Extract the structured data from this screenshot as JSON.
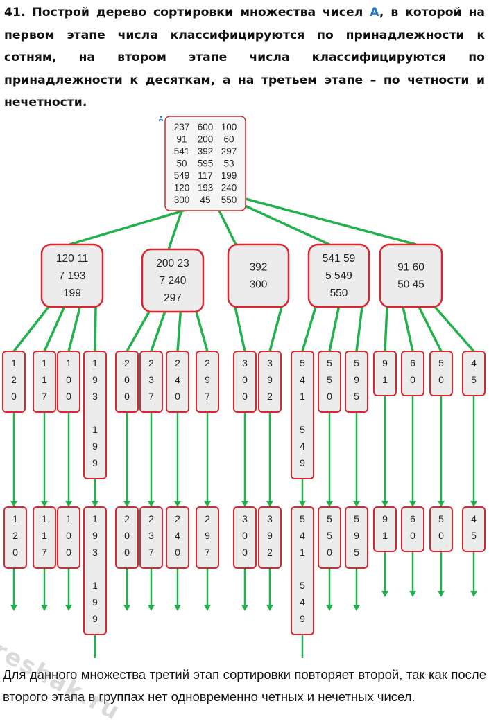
{
  "task": {
    "number": "41.",
    "text_before": "Построй дерево сортировки множества чисел",
    "set_name": "A",
    "text_after": ", в которой на первом этапе числа классифицируются по принадлежности к сотням, на втором этапе числа классифицируются по принадлежности к десяткам, а на третьем этапе – по четности и нечетности."
  },
  "root": {
    "label": "A",
    "rows": [
      [
        "237",
        "600",
        "100"
      ],
      [
        "91",
        "200",
        "60"
      ],
      [
        "541",
        "392",
        "297"
      ],
      [
        "50",
        "595",
        "53"
      ],
      [
        "549",
        "117",
        "199"
      ],
      [
        "120",
        "193",
        "240"
      ],
      [
        "300",
        "45",
        "550"
      ]
    ]
  },
  "level1": [
    {
      "lines": [
        "120 11",
        "7 193",
        "199"
      ]
    },
    {
      "lines": [
        "200 23",
        "7 240",
        "297"
      ]
    },
    {
      "lines": [
        "392",
        "300"
      ]
    },
    {
      "lines": [
        "541 59",
        "5 549",
        "550"
      ]
    },
    {
      "lines": [
        "91 60",
        "50 45"
      ]
    }
  ],
  "level2": [
    {
      "parent": 0,
      "glyphs": [
        "1",
        "2",
        "0"
      ]
    },
    {
      "parent": 0,
      "glyphs": [
        "1",
        "1",
        "7"
      ]
    },
    {
      "parent": 0,
      "glyphs": [
        "1",
        "0",
        "0"
      ]
    },
    {
      "parent": 0,
      "glyphs": [
        "1",
        "9",
        "3",
        "",
        "1",
        "9",
        "9"
      ]
    },
    {
      "parent": 1,
      "glyphs": [
        "2",
        "0",
        "0"
      ]
    },
    {
      "parent": 1,
      "glyphs": [
        "2",
        "3",
        "7"
      ]
    },
    {
      "parent": 1,
      "glyphs": [
        "2",
        "4",
        "0"
      ]
    },
    {
      "parent": 1,
      "glyphs": [
        "2",
        "9",
        "7"
      ]
    },
    {
      "parent": 2,
      "glyphs": [
        "3",
        "0",
        "0"
      ]
    },
    {
      "parent": 2,
      "glyphs": [
        "3",
        "9",
        "2"
      ]
    },
    {
      "parent": 3,
      "glyphs": [
        "5",
        "4",
        "1",
        "",
        "5",
        "4",
        "9"
      ]
    },
    {
      "parent": 3,
      "glyphs": [
        "5",
        "5",
        "0"
      ]
    },
    {
      "parent": 3,
      "glyphs": [
        "5",
        "9",
        "5"
      ]
    },
    {
      "parent": 4,
      "glyphs": [
        "9",
        "1"
      ]
    },
    {
      "parent": 4,
      "glyphs": [
        "6",
        "0"
      ]
    },
    {
      "parent": 4,
      "glyphs": [
        "5",
        "0"
      ]
    },
    {
      "parent": 4,
      "glyphs": [
        "4",
        "5"
      ]
    }
  ],
  "level3": [
    {
      "glyphs": [
        "1",
        "2",
        "0"
      ]
    },
    {
      "glyphs": [
        "1",
        "1",
        "7"
      ]
    },
    {
      "glyphs": [
        "1",
        "0",
        "0"
      ]
    },
    {
      "glyphs": [
        "1",
        "9",
        "3",
        "",
        "1",
        "9",
        "9"
      ]
    },
    {
      "glyphs": [
        "2",
        "0",
        "0"
      ]
    },
    {
      "glyphs": [
        "2",
        "3",
        "7"
      ]
    },
    {
      "glyphs": [
        "2",
        "4",
        "0"
      ]
    },
    {
      "glyphs": [
        "2",
        "9",
        "7"
      ]
    },
    {
      "glyphs": [
        "3",
        "0",
        "0"
      ]
    },
    {
      "glyphs": [
        "3",
        "9",
        "2"
      ]
    },
    {
      "glyphs": [
        "5",
        "4",
        "1",
        "",
        "5",
        "4",
        "9"
      ]
    },
    {
      "glyphs": [
        "5",
        "5",
        "0"
      ]
    },
    {
      "glyphs": [
        "5",
        "9",
        "5"
      ]
    },
    {
      "glyphs": [
        "9",
        "1"
      ]
    },
    {
      "glyphs": [
        "6",
        "0"
      ]
    },
    {
      "glyphs": [
        "5",
        "0"
      ]
    },
    {
      "glyphs": [
        "4",
        "5"
      ]
    }
  ],
  "footer": {
    "text": "Для данного множества третий этап сортировки повторяет второй, так как после второго этапа в группах нет одновременно четных и нечетных чисел."
  },
  "watermark": "reshak.ru",
  "colors": {
    "box_border": "#d9262f",
    "box_fill": "#ececec",
    "line": "#22b14c",
    "set_label": "#1f78c8"
  }
}
